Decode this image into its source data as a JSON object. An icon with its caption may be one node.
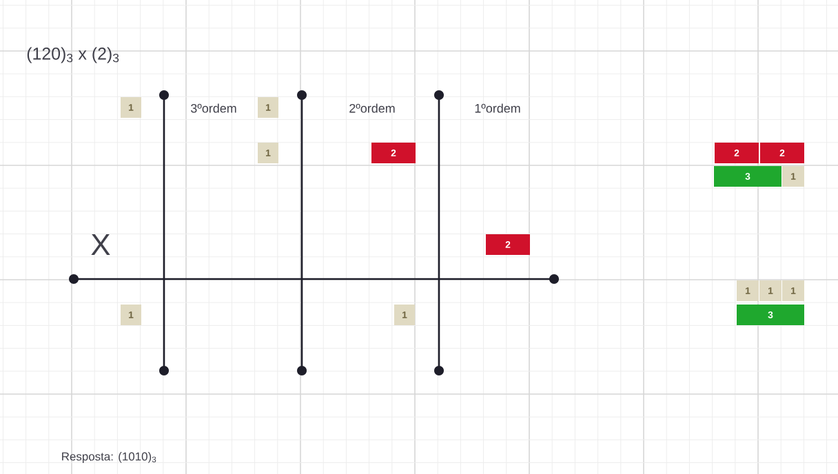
{
  "diagram": {
    "title": "(120)$_{3}$ x (2)$_{3}$",
    "nodes": [
      {
        "text": [
          "1"
        ]
      },
      {
        "text": [
          "1"
        ]
      },
      {
        "text": [
          "1"
        ]
      },
      {
        "text": [
          "2"
        ]
      },
      {
        "text": [
          "2"
        ]
      },
      {
        "text": [
          "2"
        ]
      },
      {
        "text": [
          "3"
        ]
      },
      {
        "text": [
          "1"
        ]
      },
      {
        "text": [
          "2"
        ]
      },
      {
        "text": [
          "1"
        ]
      },
      {
        "text": [
          "1"
        ]
      },
      {
        "text": [
          "1"
        ]
      },
      {
        "text": [
          "1"
        ]
      },
      {
        "text": [
          "1"
        ]
      },
      {
        "text": [
          "3"
        ]
      }
    ],
    "labels": [
      "3ºordem",
      "2ºordem",
      "1ºordem",
      "X",
      "Resposta: (1010)$_{3}$"
    ]
  }
}
